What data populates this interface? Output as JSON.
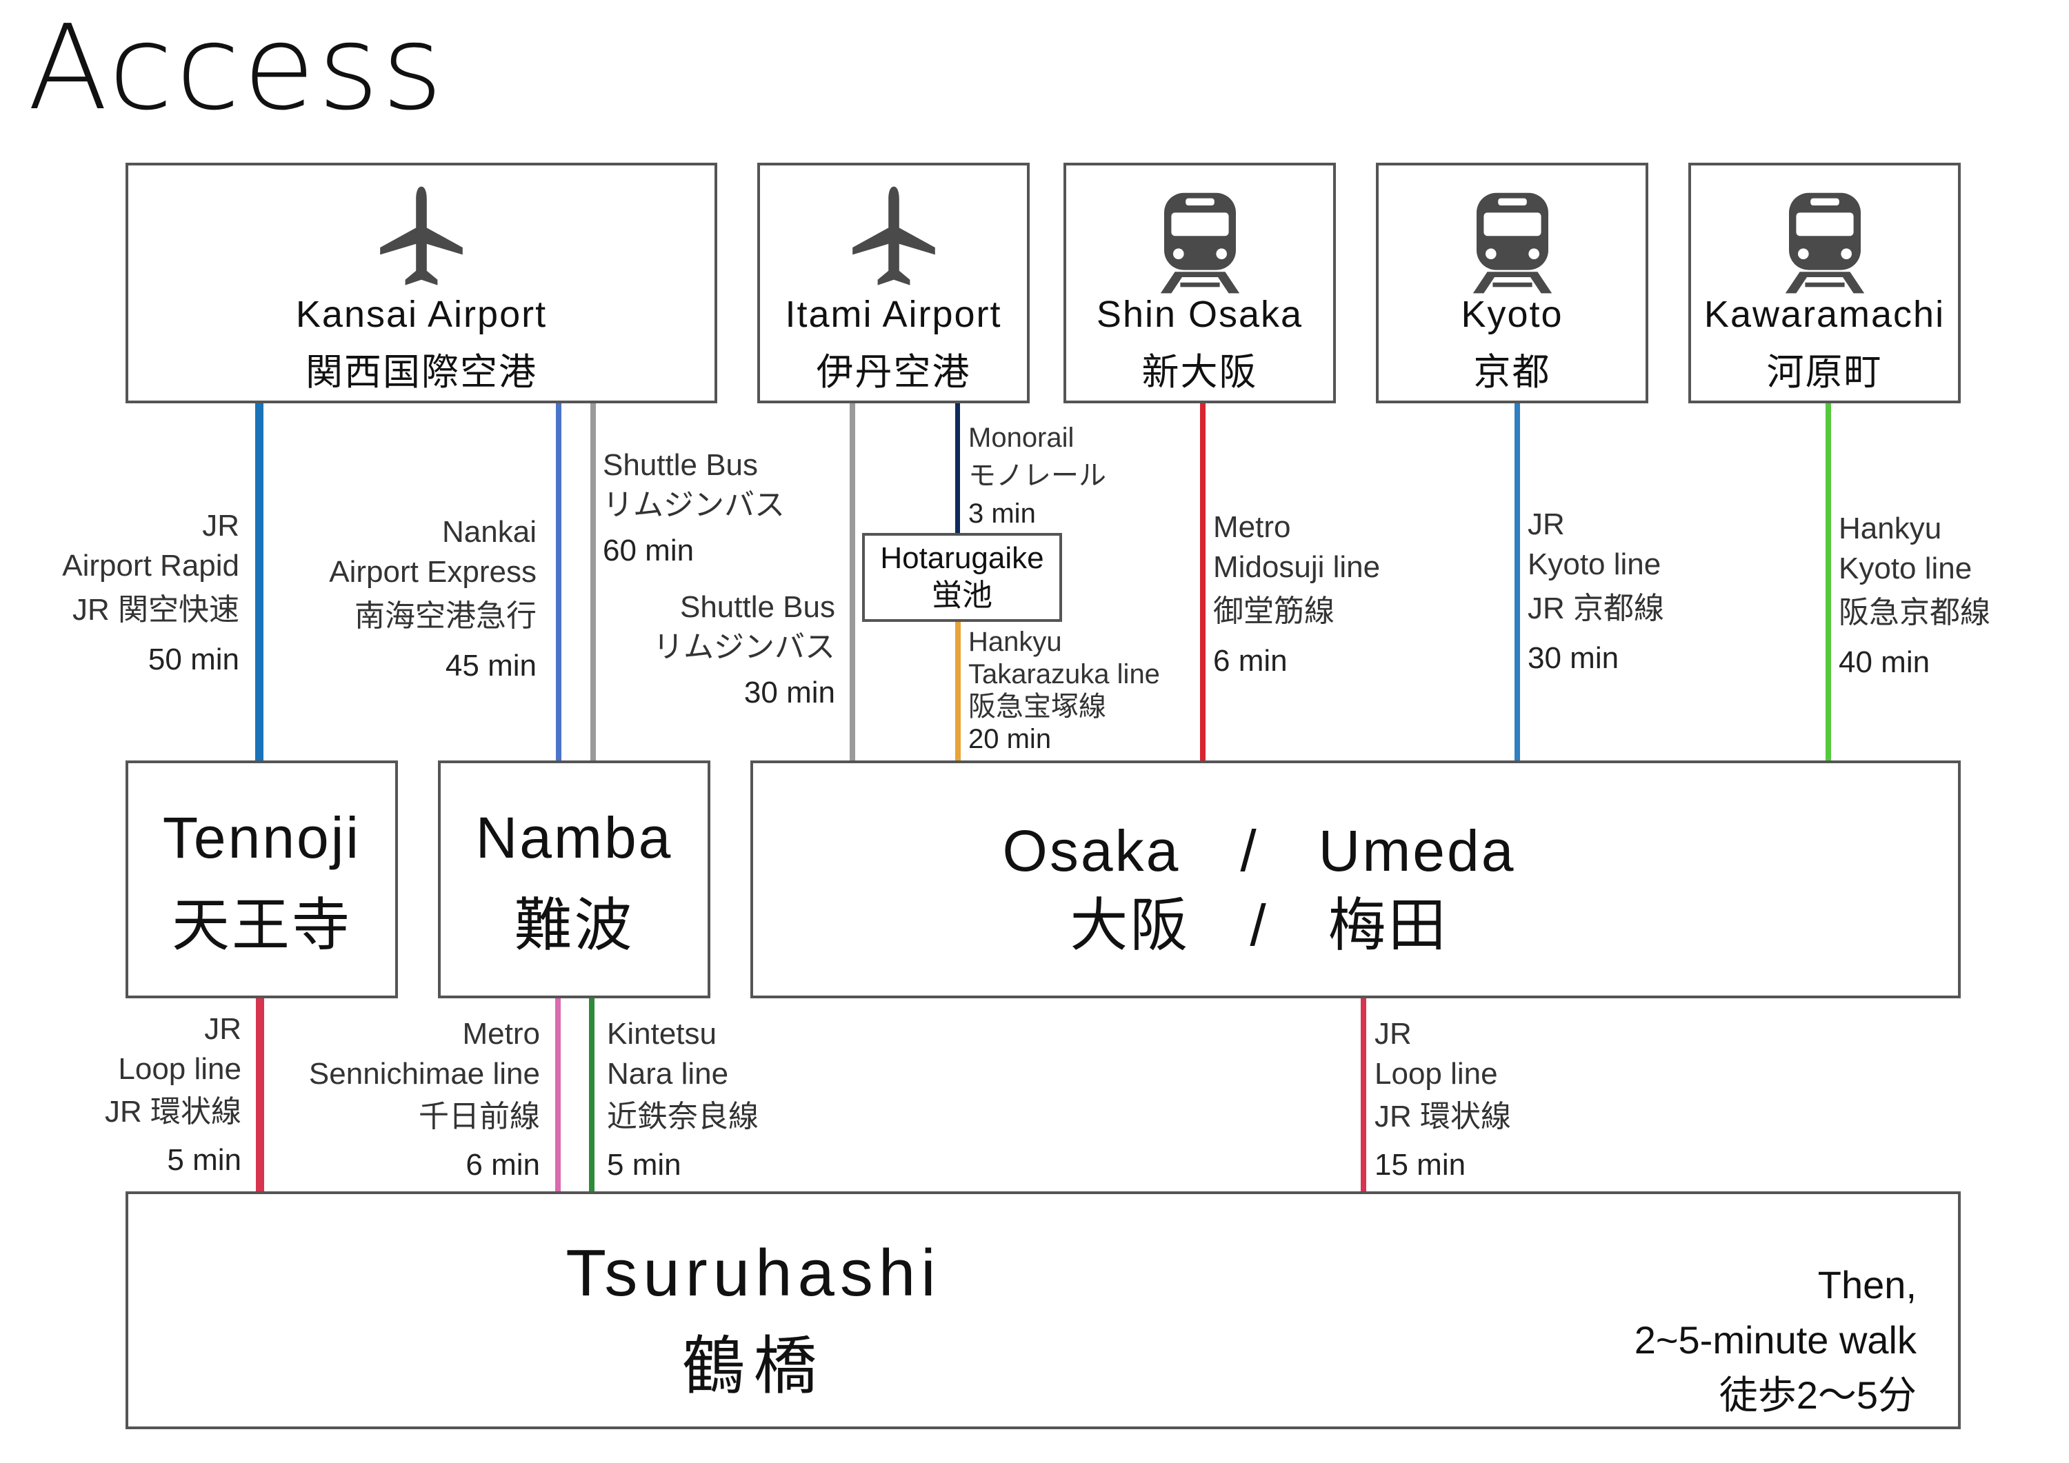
{
  "title": "Access",
  "origins": {
    "kansai": {
      "en": "Kansai Airport",
      "ja": "関西国際空港",
      "icon": "airplane-icon"
    },
    "itami": {
      "en": "Itami Airport",
      "ja": "伊丹空港",
      "icon": "airplane-icon"
    },
    "shin_osaka": {
      "en": "Shin Osaka",
      "ja": "新大阪",
      "icon": "train-icon"
    },
    "kyoto": {
      "en": "Kyoto",
      "ja": "京都",
      "icon": "train-icon"
    },
    "kawaramachi": {
      "en": "Kawaramachi",
      "ja": "河原町",
      "icon": "train-icon"
    }
  },
  "hubs": {
    "tennoji": {
      "en": "Tennoji",
      "ja": "天王寺"
    },
    "namba": {
      "en": "Namba",
      "ja": "難波"
    },
    "osaka": {
      "en": "Osaka　/　Umeda",
      "ja": "大阪　/　梅田"
    }
  },
  "hotarugaike": {
    "en": "Hotarugaike",
    "ja": "蛍池"
  },
  "destination": {
    "en": "Tsuruhashi",
    "ja": "鶴橋",
    "walk_1": "Then,",
    "walk_2": "2~5-minute walk",
    "walk_3": "徒歩2〜5分"
  },
  "routes": {
    "kansai_jr": {
      "l1": "JR",
      "l2": "Airport Rapid",
      "l3": "JR 関空快速",
      "time": "50 min"
    },
    "kansai_nankai": {
      "l1": "Nankai",
      "l2": "Airport Express",
      "l3": "南海空港急行",
      "time": "45 min"
    },
    "kansai_bus": {
      "l1": "Shuttle Bus",
      "l2": "リムジンバス",
      "time": "60 min"
    },
    "itami_bus": {
      "l1": "Shuttle Bus",
      "l2": "リムジンバス",
      "time": "30 min"
    },
    "itami_monorail": {
      "l1": "Monorail",
      "l2": "モノレール",
      "time": "3 min"
    },
    "hotaru_hankyu": {
      "l1": "Hankyu",
      "l2": "Takarazuka line",
      "l3": "阪急宝塚線",
      "time": "20 min"
    },
    "shin_metro": {
      "l1": "Metro",
      "l2": "Midosuji line",
      "l3": "御堂筋線",
      "time": "6 min"
    },
    "kyoto_jr": {
      "l1": "JR",
      "l2": "Kyoto line",
      "l3": "JR 京都線",
      "time": "30 min"
    },
    "kawara_hankyu": {
      "l1": "Hankyu",
      "l2": "Kyoto line",
      "l3": "阪急京都線",
      "time": "40 min"
    },
    "tennoji_jr": {
      "l1": "JR",
      "l2": "Loop line",
      "l3": "JR 環状線",
      "time": "5 min"
    },
    "namba_metro": {
      "l1": "Metro",
      "l2": "Sennichimae line",
      "l3": "千日前線",
      "time": "6 min"
    },
    "namba_kintetsu": {
      "l1": "Kintetsu",
      "l2": "Nara line",
      "l3": "近鉄奈良線",
      "time": "5 min"
    },
    "osaka_jr": {
      "l1": "JR",
      "l2": "Loop line",
      "l3": "JR 環状線",
      "time": "15 min"
    }
  },
  "colors": {
    "jr_blue": "#1a73b8",
    "nankai_blue": "#4a74c9",
    "bus_gray": "#9a9a9a",
    "monorail_navy": "#0f2b5b",
    "hankyu_takarazuka_orange": "#e8a33a",
    "metro_red": "#d8252f",
    "jr_kyoto_blue": "#2f7fc1",
    "hankyu_kyoto_green": "#55c93d",
    "jr_loop_red": "#d6344f",
    "sennichimae_pink": "#d96bb0",
    "kintetsu_green": "#2e8b3a"
  }
}
